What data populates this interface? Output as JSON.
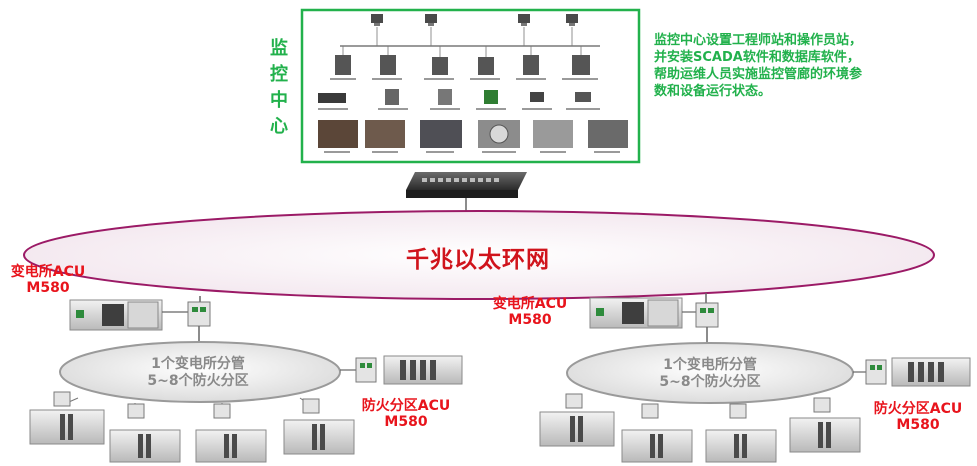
{
  "monitor_center": {
    "vertical_label": [
      "监",
      "控",
      "中",
      "心"
    ],
    "note_lines": [
      "监控中心设置工程师站和操作员站，",
      "并安装SCADA软件和数据库软件，",
      "帮助运维人员实施监控管廊的环境参",
      "数和设备运行状态。"
    ]
  },
  "backbone": {
    "label": "千兆以太环网"
  },
  "left_group": {
    "substation_label": [
      "变电所ACU",
      "M580"
    ],
    "ring_label": [
      "1个变电所分管",
      "5~8个防火分区"
    ],
    "fire_zone_label": [
      "防火分区ACU",
      "M580"
    ]
  },
  "right_group": {
    "substation_label": [
      "变电所ACU",
      "M580"
    ],
    "ring_label": [
      "1个变电所分管",
      "5~8个防火分区"
    ],
    "fire_zone_label": [
      "防火分区ACU",
      "M580"
    ]
  },
  "colors": {
    "frame_green": "#22b14c",
    "label_red": "#e8141c",
    "ring_purple": "#9b1a66",
    "sub_ring_grey": "#9a9a9a"
  }
}
